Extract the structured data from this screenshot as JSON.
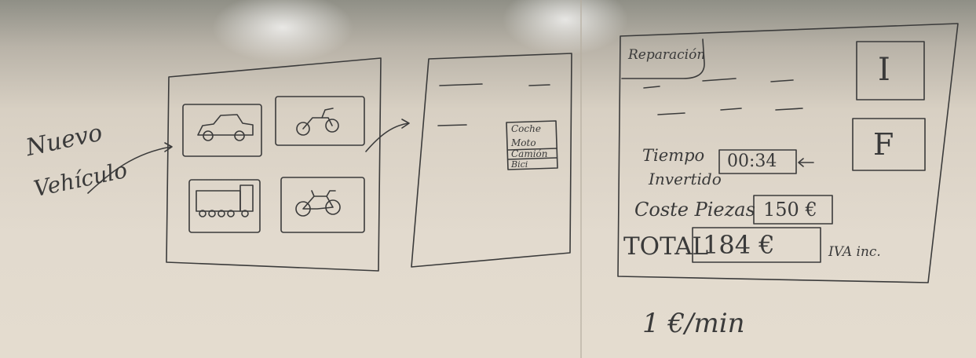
{
  "left_note": {
    "line1": "Nuevo",
    "line2": "Vehículo"
  },
  "vehicle_grid": {
    "items": [
      {
        "icon": "car-icon"
      },
      {
        "icon": "motorcycle-icon"
      },
      {
        "icon": "truck-icon"
      },
      {
        "icon": "bicycle-icon"
      }
    ]
  },
  "form_sketch": {
    "dropdown_options": [
      "Coche",
      "Moto",
      "Camión",
      "Bici"
    ]
  },
  "repair_panel": {
    "title": "Reparación",
    "button_i": "I",
    "button_f": "F",
    "time_label_1": "Tiempo",
    "time_label_2": "Invertido",
    "time_value": "00:34",
    "parts_label": "Coste Piezas",
    "parts_value": "150 €",
    "total_label": "TOTAL",
    "total_value": "184 €",
    "tax_note": "IVA inc."
  },
  "rate_note": "1 €/min",
  "colors": {
    "board": "#e4dccf",
    "ink": "#3b3b3b"
  }
}
